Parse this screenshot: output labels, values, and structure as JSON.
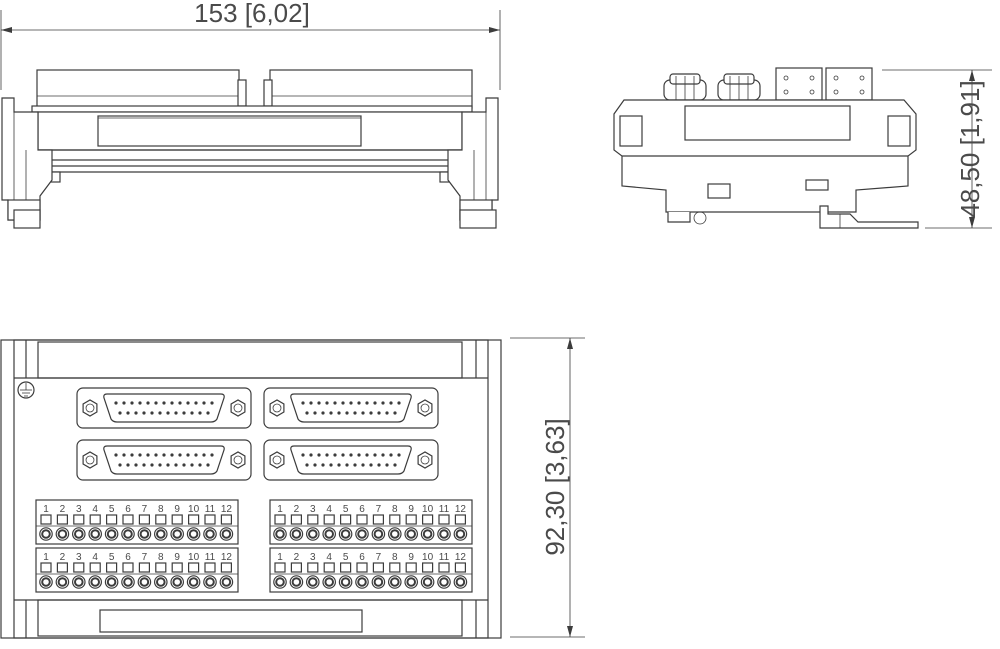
{
  "dimensions": {
    "width": "153 [6,02]",
    "height": "48,50 [1,91]",
    "depth": "92,30 [3,63]"
  },
  "terminal_numbers": [
    "1",
    "2",
    "3",
    "4",
    "5",
    "6",
    "7",
    "8",
    "9",
    "10",
    "11",
    "12"
  ],
  "colors": {
    "line": "#3c3c3c",
    "text": "#4a4a4a",
    "background": "#ffffff"
  },
  "icons": [
    "ground-symbol-icon"
  ]
}
